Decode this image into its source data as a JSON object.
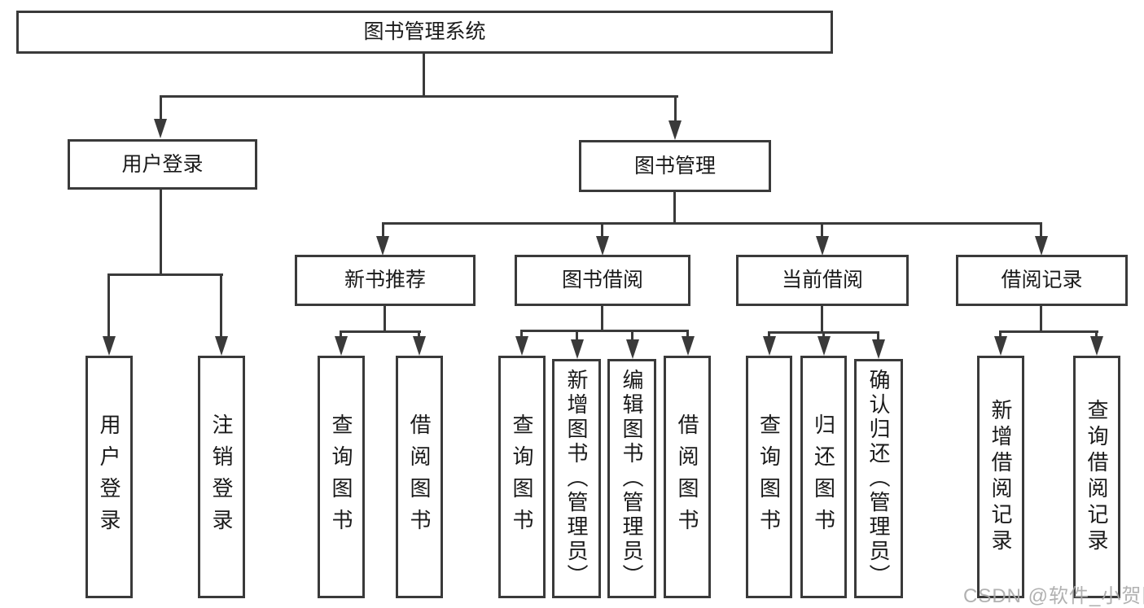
{
  "diagram": {
    "type": "hierarchy-tree",
    "title": "图书管理系统"
  },
  "nodes": {
    "root": {
      "label": "图书管理系统"
    },
    "level2": {
      "user_login": {
        "label": "用户登录"
      },
      "book_mgmt": {
        "label": "图书管理"
      }
    },
    "level3": {
      "new_book_rec": {
        "label": "新书推荐"
      },
      "book_borrow": {
        "label": "图书借阅"
      },
      "current_borrow": {
        "label": "当前借阅"
      },
      "borrow_records": {
        "label": "借阅记录"
      }
    },
    "leaves": {
      "user_login": {
        "label": "用户登录",
        "parent": "用户登录"
      },
      "logout": {
        "label": "注销登录",
        "parent": "用户登录"
      },
      "rec_query_book": {
        "label": "查询图书",
        "parent": "新书推荐"
      },
      "rec_borrow_book": {
        "label": "借阅图书",
        "parent": "新书推荐"
      },
      "bb_query_book": {
        "label": "查询图书",
        "parent": "图书借阅"
      },
      "bb_add_book": {
        "label": "新增图书（管理员）",
        "parent": "图书借阅"
      },
      "bb_edit_book": {
        "label": "编辑图书（管理员）",
        "parent": "图书借阅"
      },
      "bb_borrow_book": {
        "label": "借阅图书",
        "parent": "图书借阅"
      },
      "cb_query_book": {
        "label": "查询图书",
        "parent": "当前借阅"
      },
      "cb_return_book": {
        "label": "归还图书",
        "parent": "当前借阅"
      },
      "cb_confirm_return": {
        "label": "确认归还（管理员）",
        "parent": "当前借阅"
      },
      "br_add_record": {
        "label": "新增借阅记录",
        "parent": "借阅记录"
      },
      "br_query_record": {
        "label": "查询借阅记录",
        "parent": "借阅记录"
      }
    }
  },
  "watermark": {
    "text": "CSDN @软件_小贺同学"
  },
  "colors": {
    "line": "#3a3a3a",
    "text": "#1a1a1a",
    "watermark": "#a8a8a8",
    "background": "#ffffff"
  }
}
